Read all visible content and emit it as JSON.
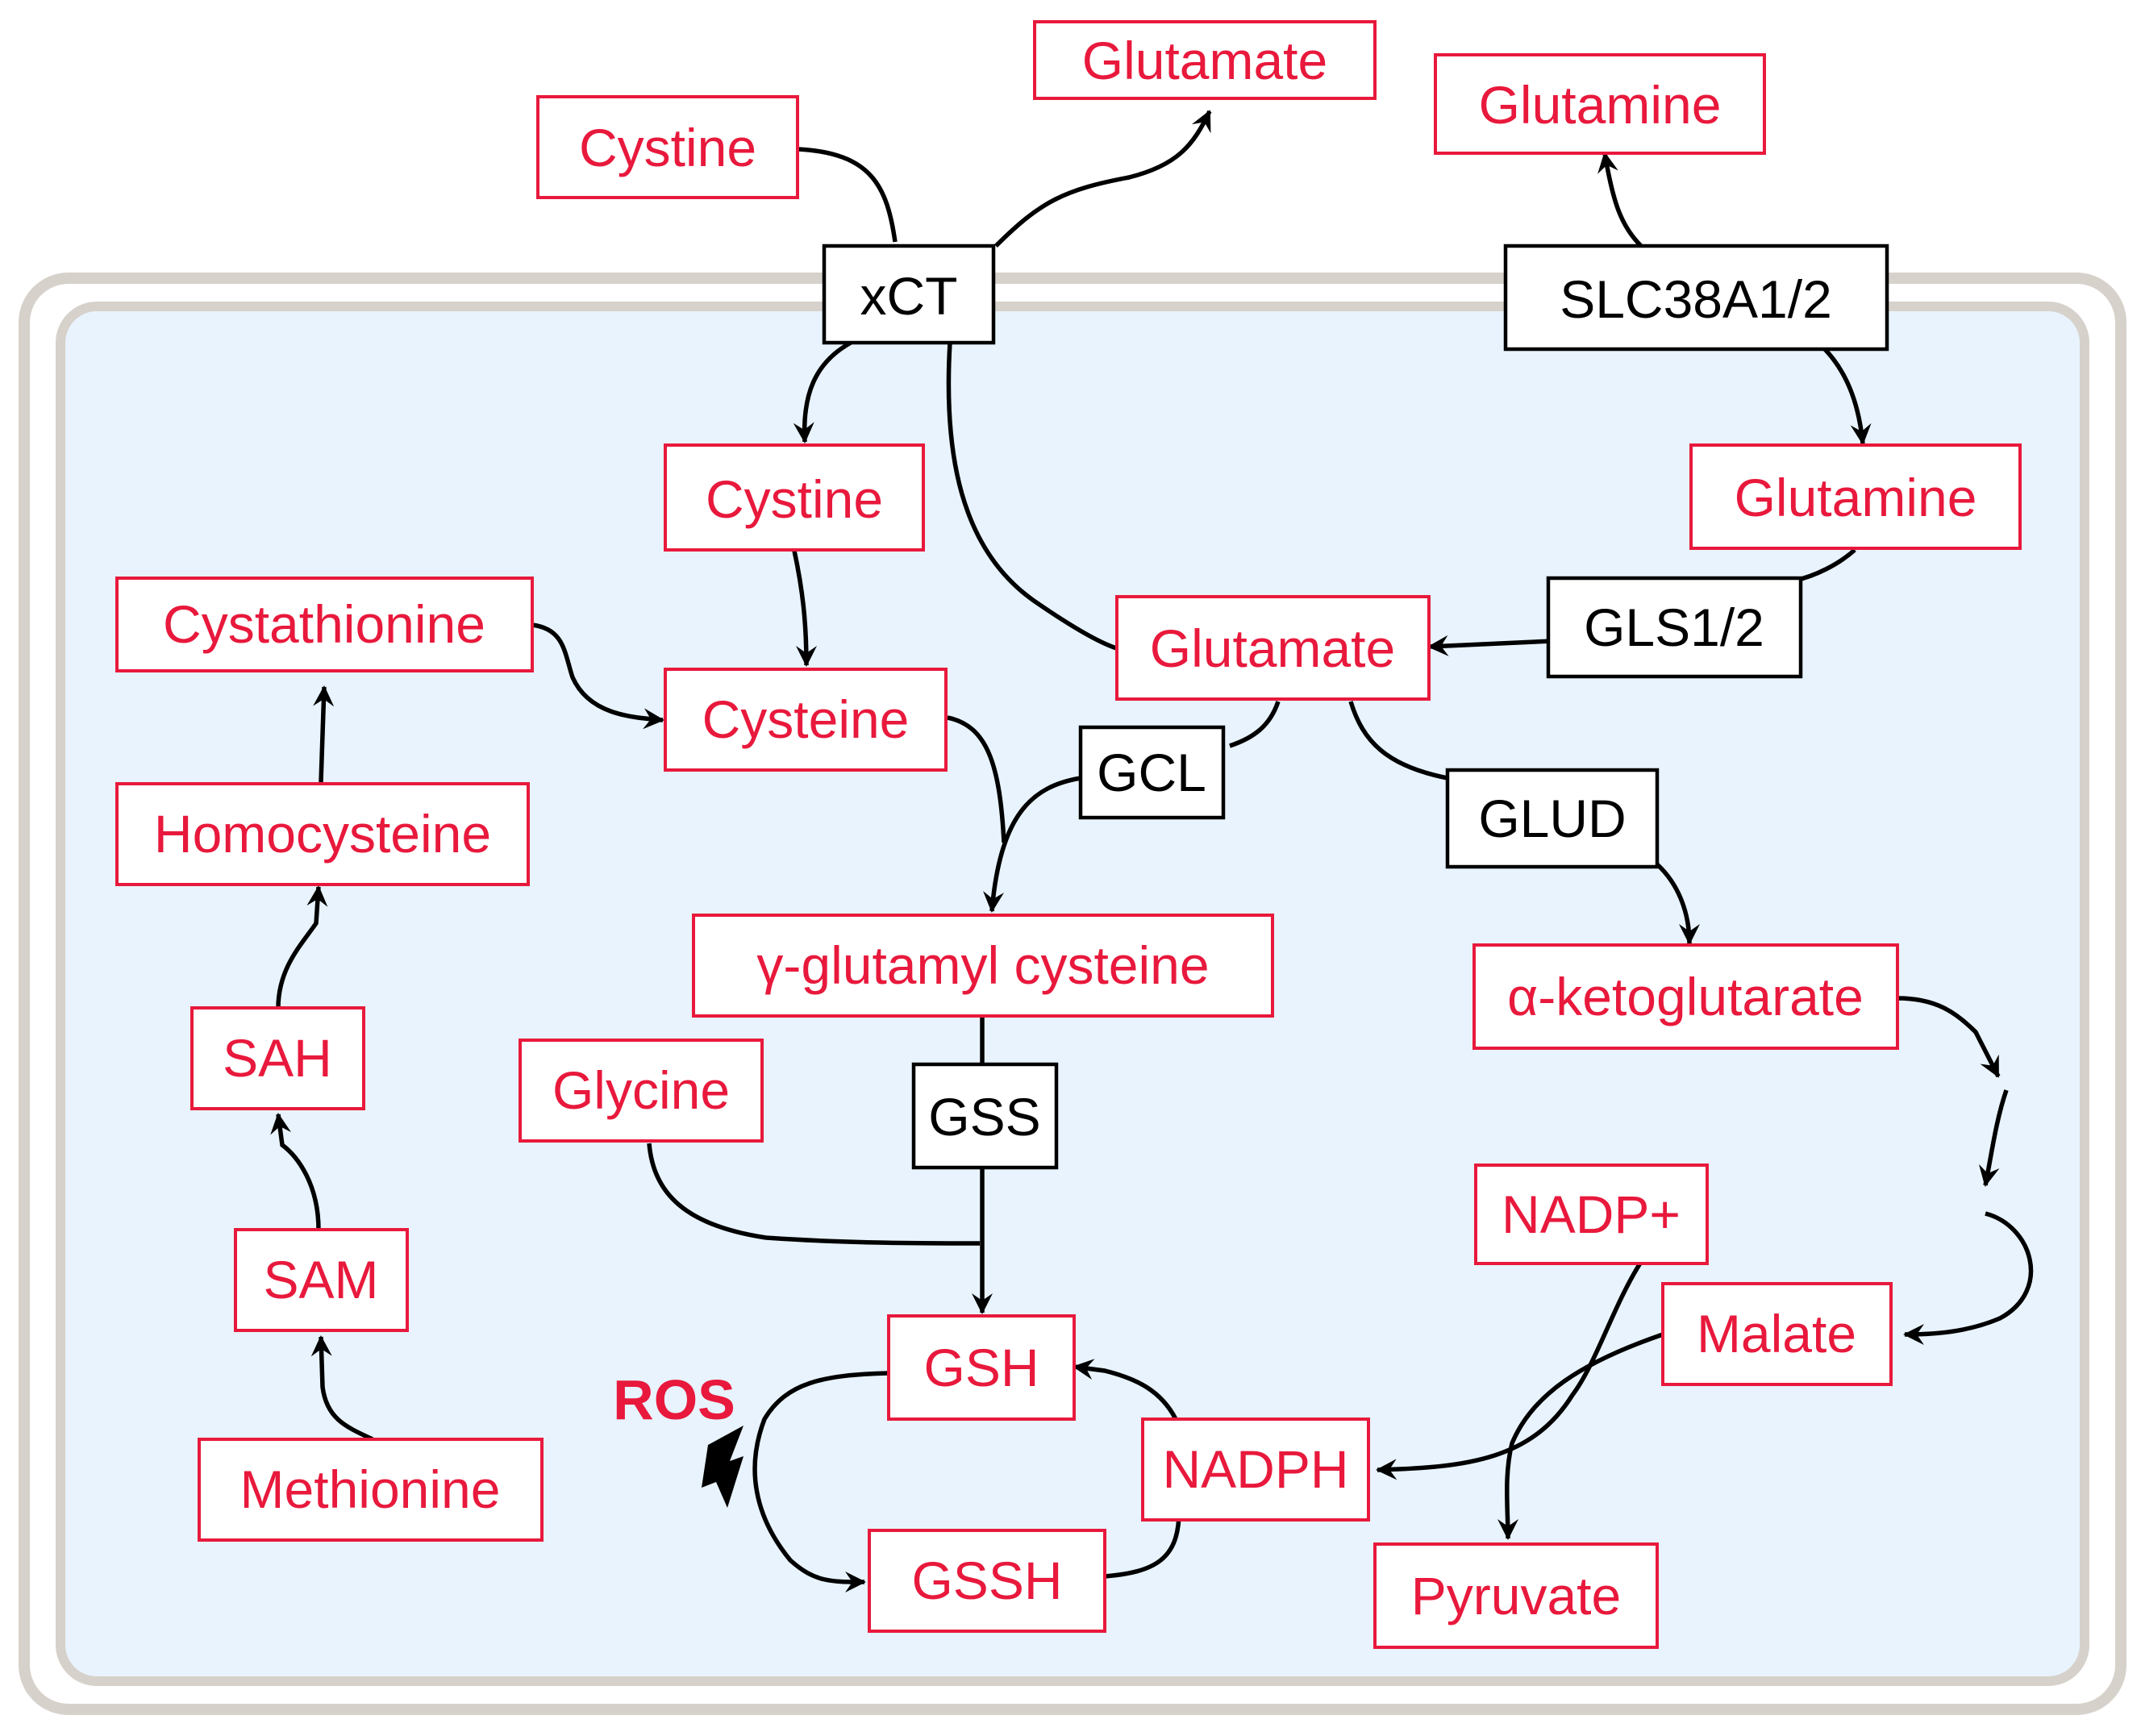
{
  "colors": {
    "metabolite": "#e8193c",
    "enzyme": "#000000",
    "cell_fill": "#e8f3fd",
    "membrane": "#d6d1ca",
    "ros": "#e8193c"
  },
  "metabolites": {
    "cystine_out": "Cystine",
    "glutamate_out": "Glutamate",
    "glutamine_out": "Glutamine",
    "cystine_in": "Cystine",
    "glutamine_in": "Glutamine",
    "cystathionine": "Cystathionine",
    "glutamate_in": "Glutamate",
    "cysteine": "Cysteine",
    "homocysteine": "Homocysteine",
    "gamma_glutamyl_cysteine": "γ-glutamyl cysteine",
    "alpha_ketoglutarate": "α-ketoglutarate",
    "sah": "SAH",
    "glycine": "Glycine",
    "nadp_plus": "NADP+",
    "sam": "SAM",
    "malate": "Malate",
    "gsh": "GSH",
    "nadph": "NADPH",
    "methionine": "Methionine",
    "gssh": "GSSH",
    "pyruvate": "Pyruvate"
  },
  "enzymes": {
    "xct": "xCT",
    "slc38a": "SLC38A1/2",
    "gls": "GLS1/2",
    "gcl": "GCL",
    "glud": "GLUD",
    "gss": "GSS"
  },
  "ros_label": "ROS"
}
